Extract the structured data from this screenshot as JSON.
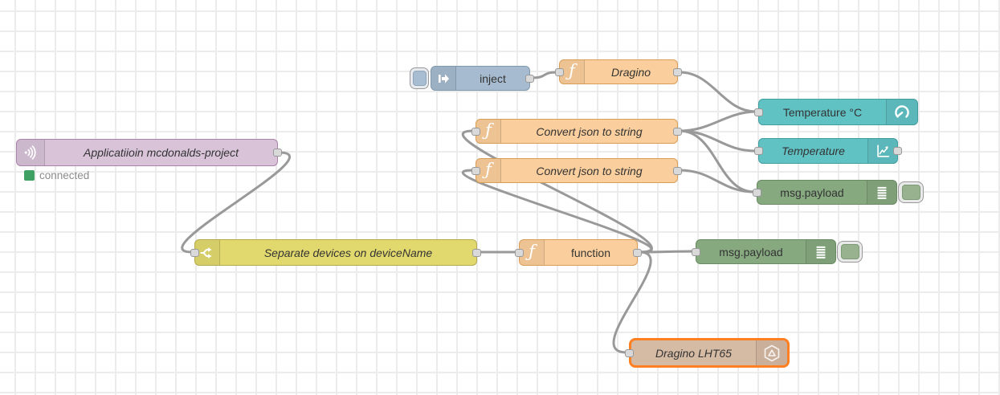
{
  "app": "node-red-flow-editor",
  "canvas": {
    "background": "#ffffff",
    "grid_color": "#ececec",
    "wire_color": "#999999"
  },
  "colors": {
    "inject": "#a6bbcf",
    "function": "#fbcf9d",
    "application": "#d8c3d9",
    "dashboard": "#61c2c4",
    "debug": "#87a980",
    "switch": "#e2d96e",
    "device": "#d6bba4",
    "selection_border": "#ff7f23",
    "status_dot": "#3ea062"
  },
  "nodes": {
    "inject": {
      "label": "inject",
      "type": "inject"
    },
    "dragino": {
      "label": "Dragino",
      "type": "function"
    },
    "application": {
      "label": "Applicatiioin mcdonalds-project",
      "type": "application-in",
      "status": "connected"
    },
    "convert1": {
      "label": "Convert json to string",
      "type": "function"
    },
    "convert2": {
      "label": "Convert json to string",
      "type": "function"
    },
    "tempGauge": {
      "label": "Temperature °C",
      "type": "ui-gauge"
    },
    "tempChart": {
      "label": "Temperature",
      "type": "ui-chart"
    },
    "debug1": {
      "label": "msg.payload",
      "type": "debug"
    },
    "separate": {
      "label": "Separate devices on deviceName",
      "type": "switch"
    },
    "function1": {
      "label": "function",
      "type": "function"
    },
    "debug2": {
      "label": "msg.payload",
      "type": "debug"
    },
    "lht65": {
      "label": "Dragino LHT65",
      "type": "device",
      "selected": true
    }
  },
  "status": {
    "label": "connected"
  },
  "wires": [
    {
      "from": "inject",
      "to": "dragino"
    },
    {
      "from": "dragino",
      "to": "tempGauge"
    },
    {
      "from": "convert1",
      "to": "tempGauge"
    },
    {
      "from": "convert1",
      "to": "tempChart"
    },
    {
      "from": "convert1",
      "to": "debug1"
    },
    {
      "from": "convert2",
      "to": "debug1"
    },
    {
      "from": "application",
      "to": "separate"
    },
    {
      "from": "separate",
      "to": "function1"
    },
    {
      "from": "function1",
      "to": "debug2"
    },
    {
      "from": "function1",
      "to": "convert1"
    },
    {
      "from": "function1",
      "to": "convert2"
    },
    {
      "from": "function1",
      "to": "lht65"
    }
  ]
}
